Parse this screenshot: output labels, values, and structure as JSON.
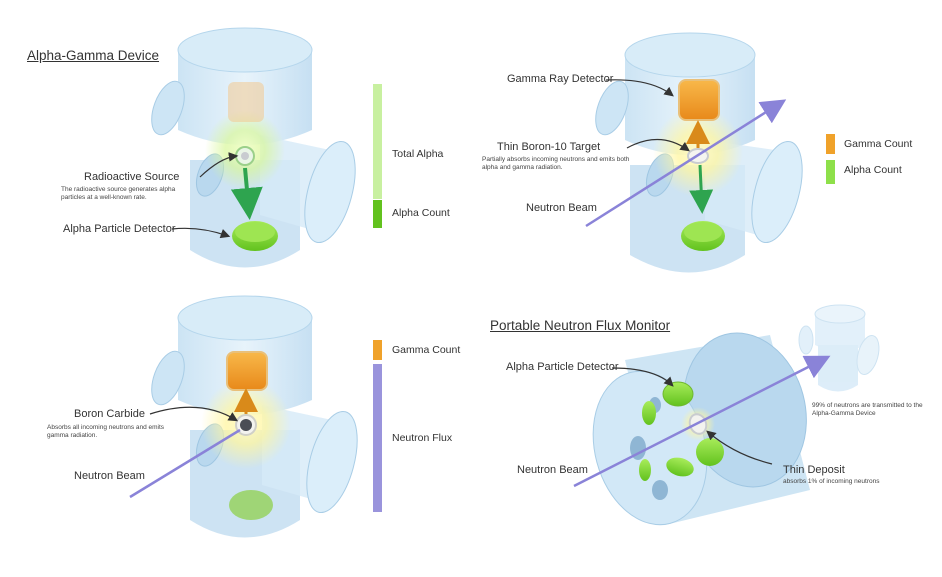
{
  "colors": {
    "vessel": "#cfe6f5",
    "vessel_edge": "#a9cde6",
    "alpha_green": "#7cd63a",
    "gamma_orange": "#f0a22a",
    "neutron_purple": "#8a83d8",
    "arrow_green": "#2ea44f"
  },
  "panel1": {
    "title": "Alpha-Gamma Device",
    "source_label": "Radioactive Source",
    "source_desc": "The radioactive source generates alpha particles at a well-known rate.",
    "detector_label": "Alpha Particle Detector",
    "bar_total": "Total Alpha",
    "bar_count": "Alpha Count"
  },
  "panel2": {
    "gamma_detector_label": "Gamma Ray Detector",
    "target_label": "Thin Boron-10 Target",
    "target_desc": "Partially absorbs incoming neutrons and emits both alpha and gamma radiation.",
    "beam_label": "Neutron Beam",
    "legend_gamma": "Gamma Count",
    "legend_alpha": "Alpha Count"
  },
  "panel3": {
    "carbide_label": "Boron Carbide",
    "carbide_desc": "Absorbs all incoming neutrons and emits gamma radiation.",
    "beam_label": "Neutron Beam",
    "bar_gamma": "Gamma Count",
    "bar_flux": "Neutron Flux"
  },
  "panel4": {
    "title": "Portable Neutron Flux Monitor",
    "detector_label": "Alpha Particle Detector",
    "beam_label": "Neutron Beam",
    "deposit_label": "Thin Deposit",
    "deposit_desc": "absorbs 1% of incoming neutrons",
    "transmit_desc": "99% of neutrons are transmitted to the Alpha-Gamma Device"
  }
}
